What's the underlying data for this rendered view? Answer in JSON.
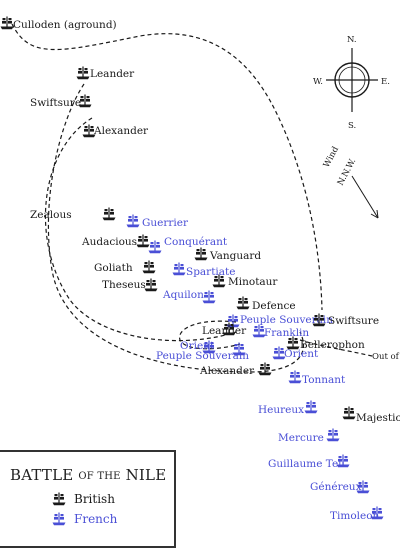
{
  "compass": {
    "north": "N.",
    "south": "S.",
    "east": "E.",
    "west": "W."
  },
  "wind": {
    "label": "Wind",
    "direction": "N.N.W."
  },
  "out_of_action": "Out of action",
  "legend": {
    "title_part1": "BATTLE",
    "title_part2": "OF THE",
    "title_part3": "NILE",
    "british": "British",
    "french": "French"
  },
  "colors": {
    "british": "#1a1a1a",
    "french": "#4a4fd6"
  },
  "ships": [
    {
      "name": "Culloden (aground)",
      "side": "british"
    },
    {
      "name": "Leander",
      "side": "british"
    },
    {
      "name": "Swiftsure",
      "side": "british"
    },
    {
      "name": "Alexander",
      "side": "british"
    },
    {
      "name": "Zealous",
      "side": "british"
    },
    {
      "name": "Guerrier",
      "side": "french"
    },
    {
      "name": "Audacious",
      "side": "british"
    },
    {
      "name": "Conquérant",
      "side": "french"
    },
    {
      "name": "Vanguard",
      "side": "british"
    },
    {
      "name": "Goliath",
      "side": "british"
    },
    {
      "name": "Spartiate",
      "side": "french"
    },
    {
      "name": "Theseus",
      "side": "british"
    },
    {
      "name": "Minotaur",
      "side": "british"
    },
    {
      "name": "Aquilon",
      "side": "french"
    },
    {
      "name": "Defence",
      "side": "british"
    },
    {
      "name": "Peuple Souverain",
      "side": "french"
    },
    {
      "name": "Swiftsure",
      "side": "british"
    },
    {
      "name": "Leander",
      "side": "british"
    },
    {
      "name": "Franklin",
      "side": "french"
    },
    {
      "name": "Orient",
      "side": "french"
    },
    {
      "name": "Bellerophon",
      "side": "british"
    },
    {
      "name": "Peuple Souverain",
      "side": "french"
    },
    {
      "name": "Orient",
      "side": "french"
    },
    {
      "name": "Alexander",
      "side": "british"
    },
    {
      "name": "Tonnant",
      "side": "french"
    },
    {
      "name": "Heureux",
      "side": "french"
    },
    {
      "name": "Majestic",
      "side": "british"
    },
    {
      "name": "Mercure",
      "side": "french"
    },
    {
      "name": "Guillaume Tell",
      "side": "french"
    },
    {
      "name": "Généreux",
      "side": "french"
    },
    {
      "name": "Timoleon",
      "side": "french"
    }
  ]
}
